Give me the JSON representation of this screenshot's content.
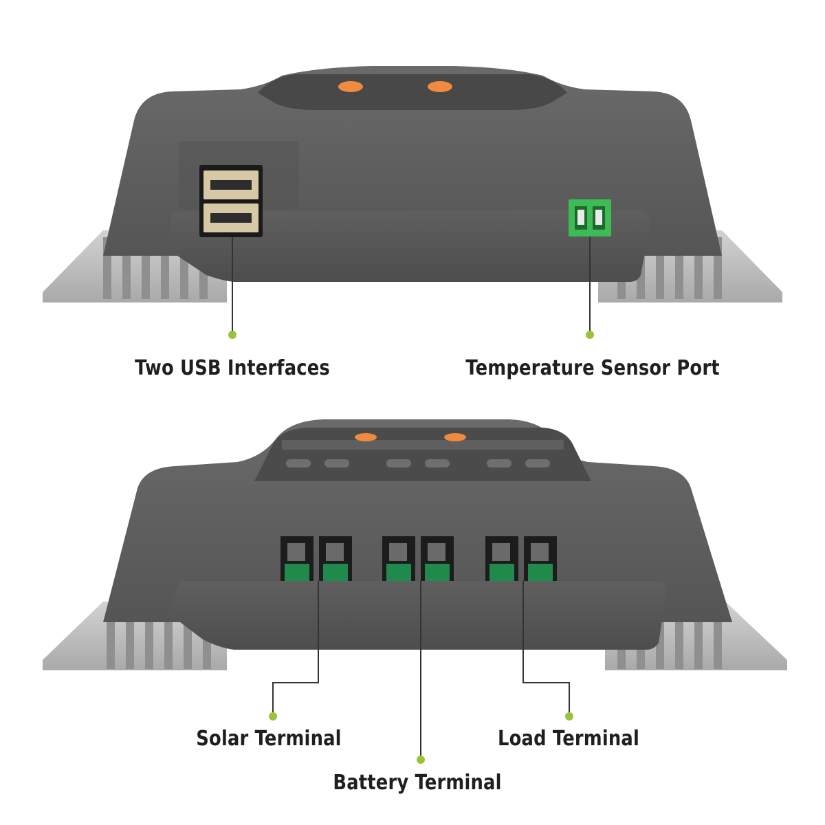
{
  "callouts": {
    "usb": "Two USB Interfaces",
    "temp": "Temperature Sensor Port",
    "solar": "Solar Terminal",
    "battery": "Battery Terminal",
    "load": "Load Terminal"
  },
  "colors": {
    "body": "#5e5e5e",
    "body_dark": "#4a4a4a",
    "heatsink": "#c4c4c4",
    "accent_button": "#f08a3e",
    "terminal_green": "#1f8a4c",
    "sensor_port": "#3dbb55",
    "callout_dot": "#9cc23a",
    "label_text": "#1f1f1f"
  }
}
